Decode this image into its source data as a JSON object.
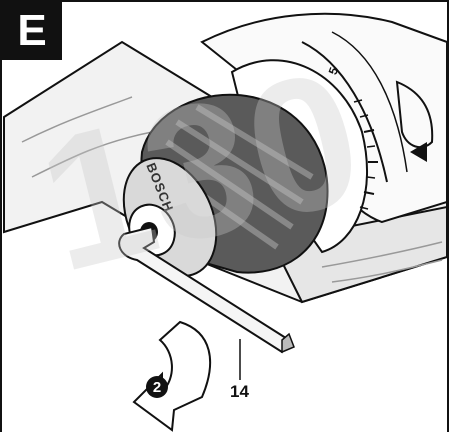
{
  "figure": {
    "section_letter": "E",
    "callout_label": "14",
    "step_number": "2",
    "scale_marking": "5",
    "brand_text": "BOSCH",
    "watermark_text": "130"
  },
  "colors": {
    "line": "#111111",
    "chuck_dark": "#444444",
    "chuck_mid": "#7a7a7a",
    "wood": "#eaeaea",
    "watermark": "#c8c8c8"
  }
}
